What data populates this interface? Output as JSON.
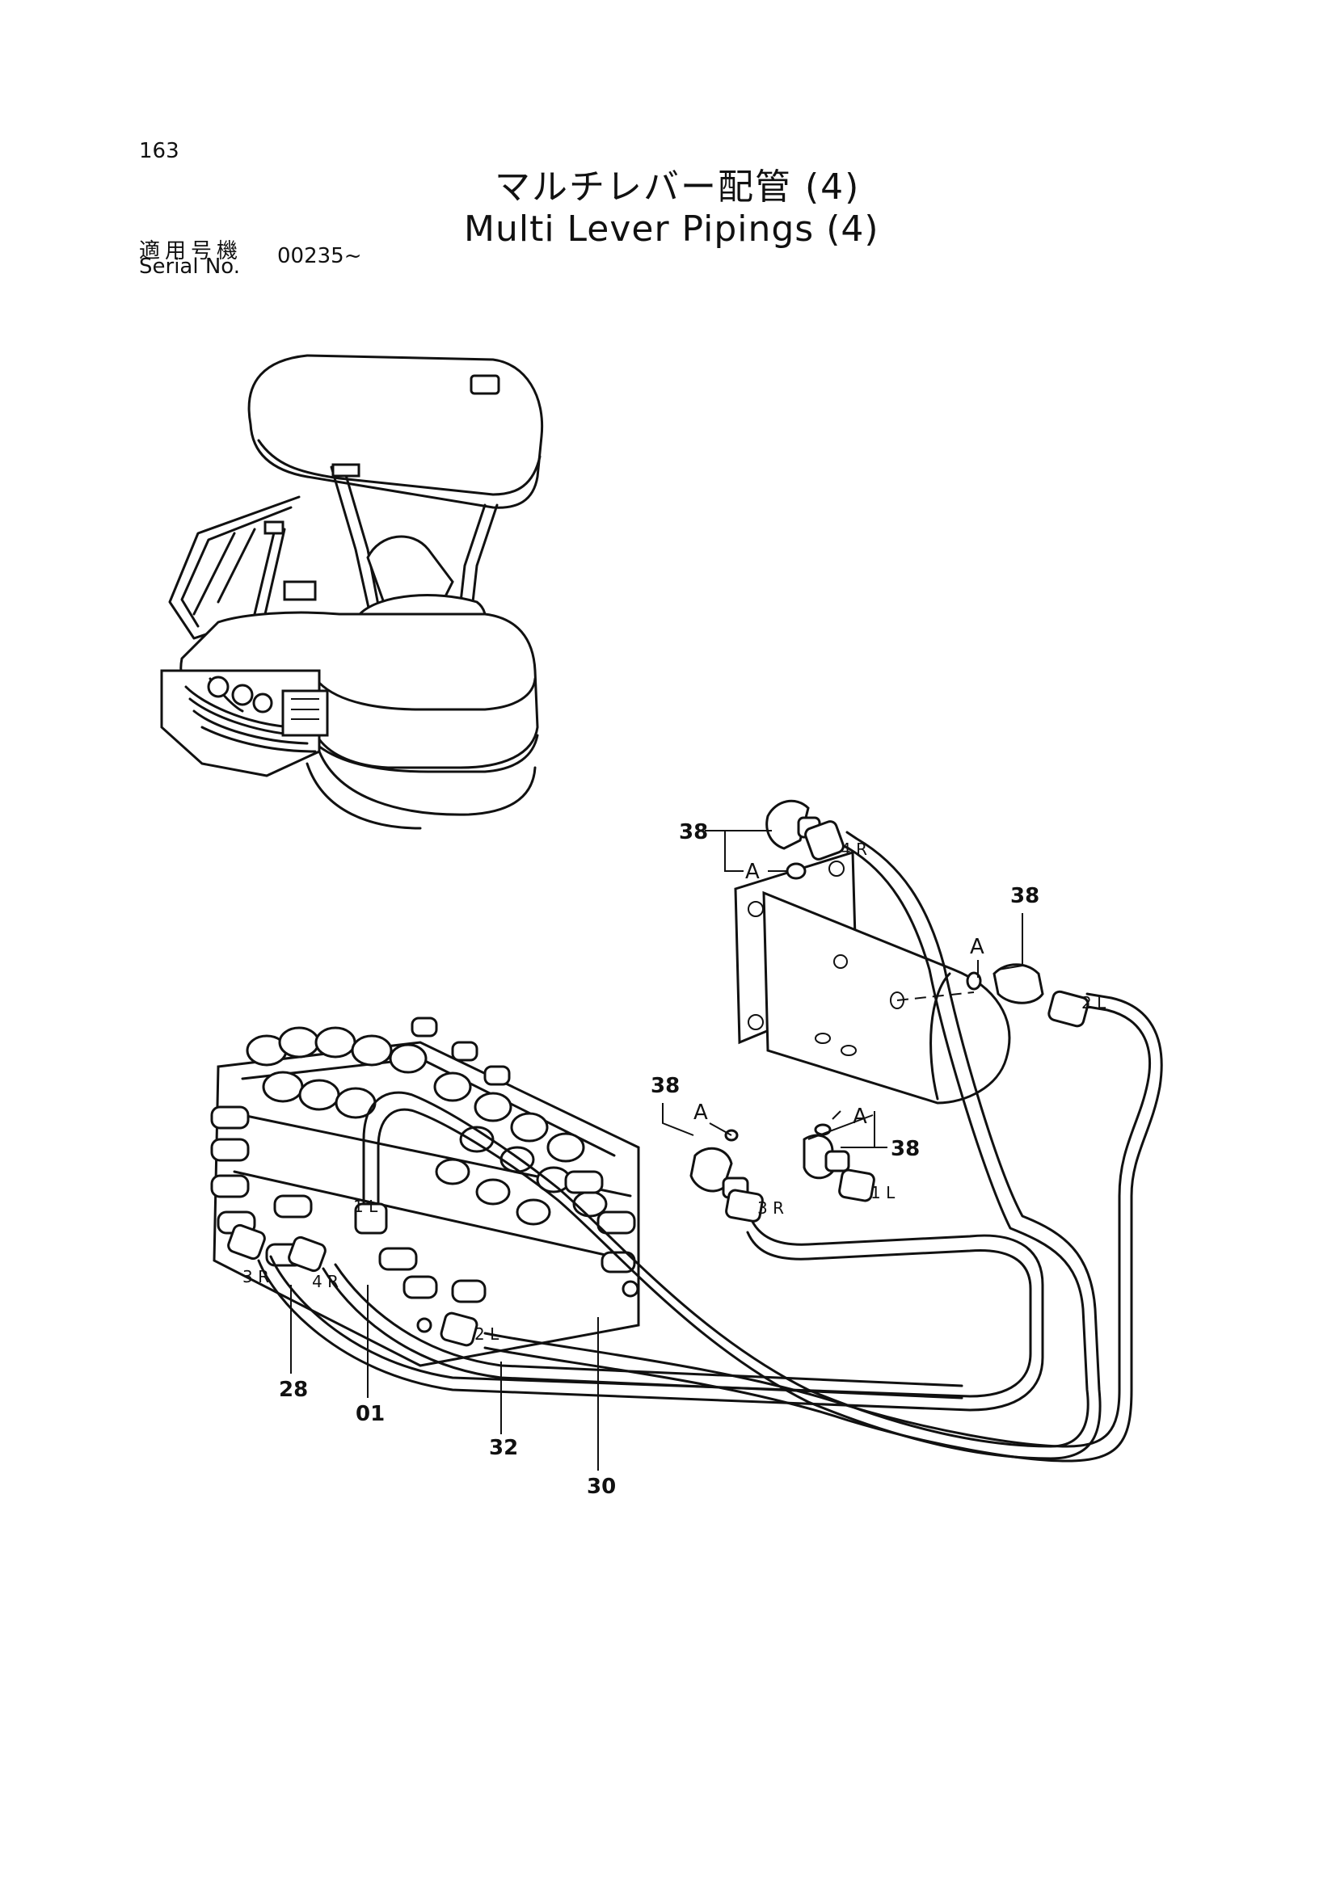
{
  "header": {
    "page_number": "163",
    "title_jp": "マルチレバー配管 (4)",
    "title_en": "Multi Lever Pipings (4)",
    "serial_label_jp": "適用号機",
    "serial_label_en": "Serial No.",
    "serial_value": "00235~"
  },
  "callouts": {
    "c38a": "38",
    "c38b": "38",
    "c38c": "38",
    "c38d": "38",
    "c28": "28",
    "c01": "01",
    "c32": "32",
    "c30": "30"
  },
  "detail_marks": {
    "a1": "A",
    "a2": "A",
    "a3": "A",
    "a4": "A"
  },
  "port_labels": {
    "p4r_top": "4 R",
    "p2l_top": "2 L",
    "p3r_right": "3 R",
    "p1l_right": "1 L",
    "p1l_valve": "1 L",
    "p3r_valve": "3 R",
    "p4r_valve": "4 R",
    "p2l_valve": "2 L"
  },
  "icons": {
    "cab": "excavator-cab-illustration",
    "valve": "control-valve-illustration",
    "bracket": "mounting-bracket-illustration"
  }
}
